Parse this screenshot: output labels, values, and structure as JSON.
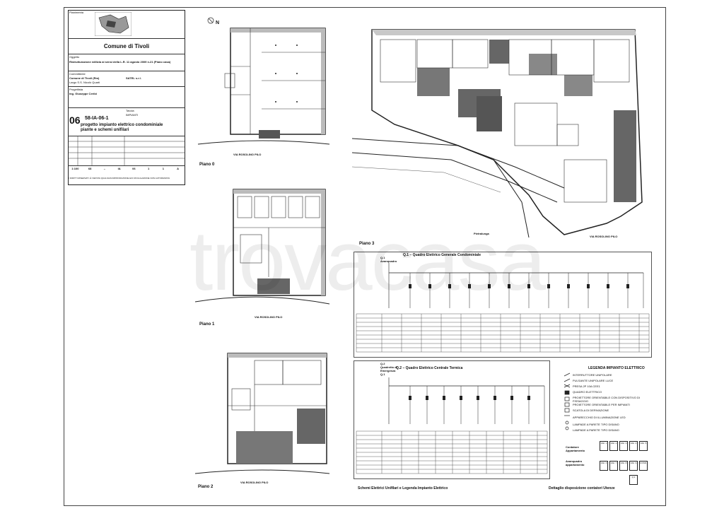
{
  "title_block": {
    "header_label": "Planimetria",
    "municipality": "Comune di Tivoli",
    "oggetto_label": "Oggetto",
    "oggetto": "Ristrutturazione edilizia ai sensi della L.R. 11 agosto 2009 n.21 (Piano casa)",
    "committente_label": "Committente",
    "committente": "Comune di Tivoli (Rm)",
    "committente_address": "Largo S.S. Nicolò Quarti",
    "progettista_label": "Progettista",
    "progettista": "Ing. Giuseppe Ceribi",
    "impresa": "SATEL s.r.l.",
    "sheet_number": "06",
    "code": "58-IA-06-1",
    "drawing_title_1": "progetto impianto elettrico condominiale",
    "drawing_title_2": "piante e schemi unifilari",
    "tavola_label": "Tavola",
    "tipo_label": "IMPIANTI",
    "scale_row": [
      "1:100",
      "68",
      "–",
      "IA",
      "06",
      "1",
      "1",
      "A"
    ],
    "footer_note": "© DIRITTI RISERVATI. È VIETATA QUALSIASI RIPRODUZIONE E/O DIVULGAZIONE NON AUTORIZZATA"
  },
  "plans": {
    "piano0": "Piano 0",
    "piano1": "Piano 1",
    "piano2": "Piano 2",
    "piano3": "Piano 3",
    "street_0": "VIA ROSOLINO PILO",
    "street_1": "VIA ROSOLINO PILO",
    "street_2": "VIA ROSOLINO PILO",
    "street_3": "VIA ROSOLINO PILO",
    "street_3b": "Pietralunga",
    "north": "N"
  },
  "schematics": {
    "title_top": "Q.1 – Quadro Elettrico Generale Condominiale",
    "title_bottom": "Q.2 – Quadro Elettrico Centrale Termica",
    "left_top": "Q.1 Avanquadro",
    "left_bottom": "Q.2 Quadretto di Emergenza Q.1"
  },
  "legend": {
    "title": "LEGENDA IMPIANTO ELETTRICO",
    "items": [
      "INTERRUTTORE UNIPOLARE",
      "PULSANTE UNIPOLARE LUCE",
      "PRESA 2P 10A CEE1",
      "QUADRO ELETTRICO",
      "PROIETTORE ORIENTABILE CON DISPOSITIVO DI FISSAGGIO",
      "PROIETTORE ORIENTABILE PER IMPIANTI",
      "SCATOLA DI DERIVAZIONE",
      "APPARECCHIO DI ILLUMINAZIONE LED",
      "LAMPADE A PARETE TIPO DISANO",
      "LAMPADE A PARETE TIPO DISANO"
    ],
    "contatore": "Contatore Appartamento",
    "avanquadro": "Avanquadro appartamento",
    "meters_top": [
      "Abit. 1",
      "Abit. 2",
      "Abit. 3",
      "Abit. 4",
      "Abit. 5"
    ],
    "meters_bottom": [
      "Abit. 6",
      "Abit. 7",
      "Abit. 8",
      "Abit. 9",
      "COND."
    ],
    "single": "Q.1"
  },
  "footer": {
    "schemes": "Schemi Elettrici Unifilari e Legenda Impianto Elettrico",
    "detail": "Dettaglio disposizione contatori Utenze"
  },
  "watermark": "trovacasa"
}
